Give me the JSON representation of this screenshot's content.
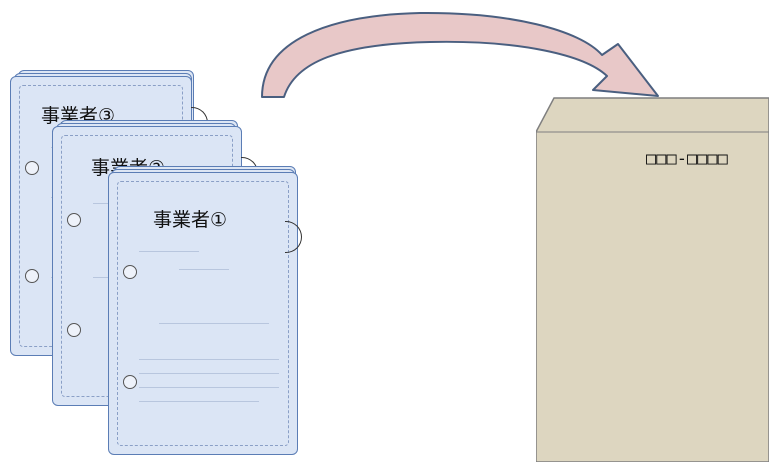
{
  "documents": [
    {
      "label": "事業者③"
    },
    {
      "label": "事業者②"
    },
    {
      "label": "事業者①"
    }
  ],
  "envelope": {
    "code": "□□□-□□□□",
    "color": "#ddd6c0",
    "border_color": "#7f7f7f"
  },
  "arrow": {
    "fill": "#e8c8c8",
    "stroke": "#4a5f80"
  },
  "sheet_color": "#dbe5f5"
}
